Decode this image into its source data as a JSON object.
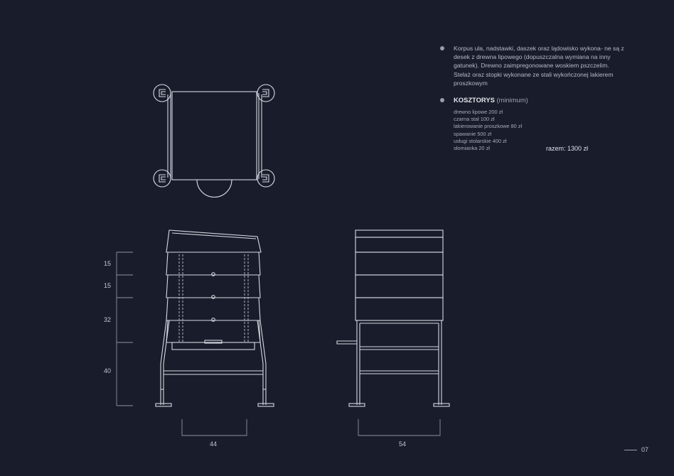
{
  "description": "Korpus ula, nadstawki, daszek oraz lądowisko wykona- ne są z desek z drewna lipowego (dopuszczalna wymiana na inny gatunek). Drewno zaimpregonowane woskiem pszczelim. Stelaż oraz stopki wykonane ze stali wykończonej lakierem proszkowym",
  "cost": {
    "title": "KOSZTORYS",
    "subtitle": "(minimum)",
    "items": [
      "drewno lipowe 200 zł",
      "czarna stal 100 zł",
      "lakierowanie proszkowe 80 zł",
      "spawanie 500 zł",
      "usługi stolarskie 400 zł",
      "słomianka 20 zł"
    ],
    "total": "razem: 1300 zł"
  },
  "dimensions": {
    "h1": "15",
    "h2": "15",
    "h3": "32",
    "h4": "40",
    "width_front": "44",
    "width_side": "54"
  },
  "page": "07",
  "colors": {
    "background": "#191d2b",
    "lines": "#d6d9e2"
  }
}
